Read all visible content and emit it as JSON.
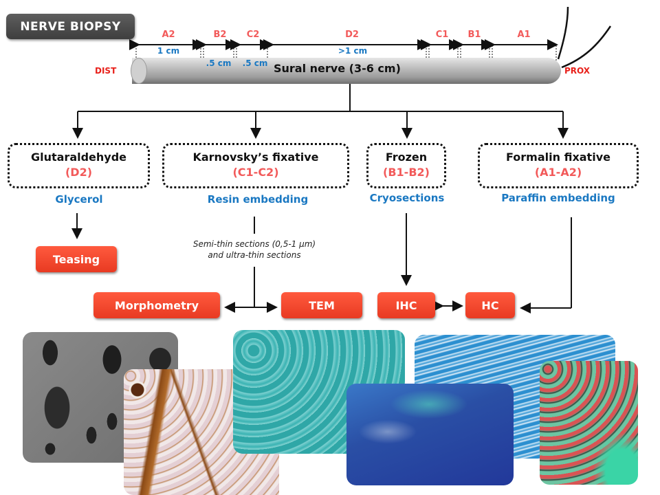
{
  "title": "NERVE BIOPSY",
  "nerve": {
    "label": "Sural nerve (3-6 cm)",
    "distal_label": "DIST",
    "proximal_label": "PROX",
    "segments": [
      {
        "name": "A2",
        "length": "1 cm"
      },
      {
        "name": "B2",
        "length": ".5 cm"
      },
      {
        "name": "C2",
        "length": ".5 cm"
      },
      {
        "name": "D2",
        "length": ">1 cm"
      },
      {
        "name": "C1",
        "length": ""
      },
      {
        "name": "B1",
        "length": ""
      },
      {
        "name": "A1",
        "length": ""
      }
    ]
  },
  "fixatives": [
    {
      "name": "Glutaraldehyde",
      "region": "(D2)",
      "processing": "Glycerol"
    },
    {
      "name": "Karnovsky’s fixative",
      "region": "(C1-C2)",
      "processing": "Resin embedding"
    },
    {
      "name": "Frozen",
      "region": "(B1-B2)",
      "processing": "Cryosections"
    },
    {
      "name": "Formalin fixative",
      "region": "(A1-A2)",
      "processing": "Paraffin embedding"
    }
  ],
  "note": {
    "line1": "Semi-thin sections (0,5-1 µm)",
    "line2": "and ultra-thin sections"
  },
  "techniques": {
    "teasing": "Teasing",
    "morphometry": "Morphometry",
    "tem": "TEM",
    "ihc": "IHC",
    "hc": "HC"
  },
  "images": [
    {
      "name": "electron-micrograph"
    },
    {
      "name": "immunostained-section"
    },
    {
      "name": "teal-stained-section"
    },
    {
      "name": "dark-blue-stained-section"
    },
    {
      "name": "blue-longitudinal-section"
    },
    {
      "name": "green-red-stained-section"
    }
  ],
  "colors": {
    "segment_label": "#f25a5a",
    "dimension_label": "#1a78c2",
    "side_label": "#e8201a",
    "technique_button": "#f0412a",
    "title_badge": "#4a4a4a"
  }
}
